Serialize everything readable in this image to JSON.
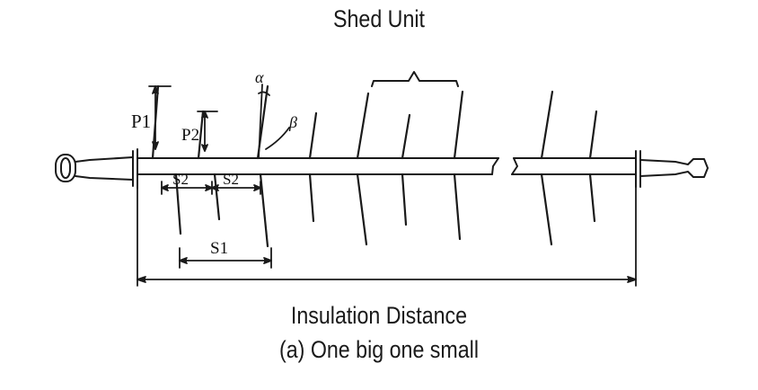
{
  "figure": {
    "title": "Shed Unit",
    "distance_label": "Insulation Distance",
    "subcaption": "(a) One big one small",
    "dimension_labels": {
      "p1": "P1",
      "p2": "P2",
      "s2_left": "S2",
      "s2_right": "S2",
      "s1": "S1",
      "alpha": "α",
      "beta": "β"
    },
    "colors": {
      "line": "#1a1a1a",
      "background": "#ffffff"
    }
  }
}
